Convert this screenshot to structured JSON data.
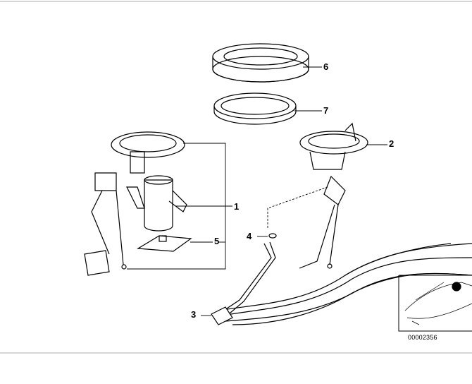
{
  "diagram": {
    "callouts": [
      "1",
      "2",
      "3",
      "4",
      "5",
      "6",
      "7"
    ],
    "inset_caption": "00002356"
  }
}
